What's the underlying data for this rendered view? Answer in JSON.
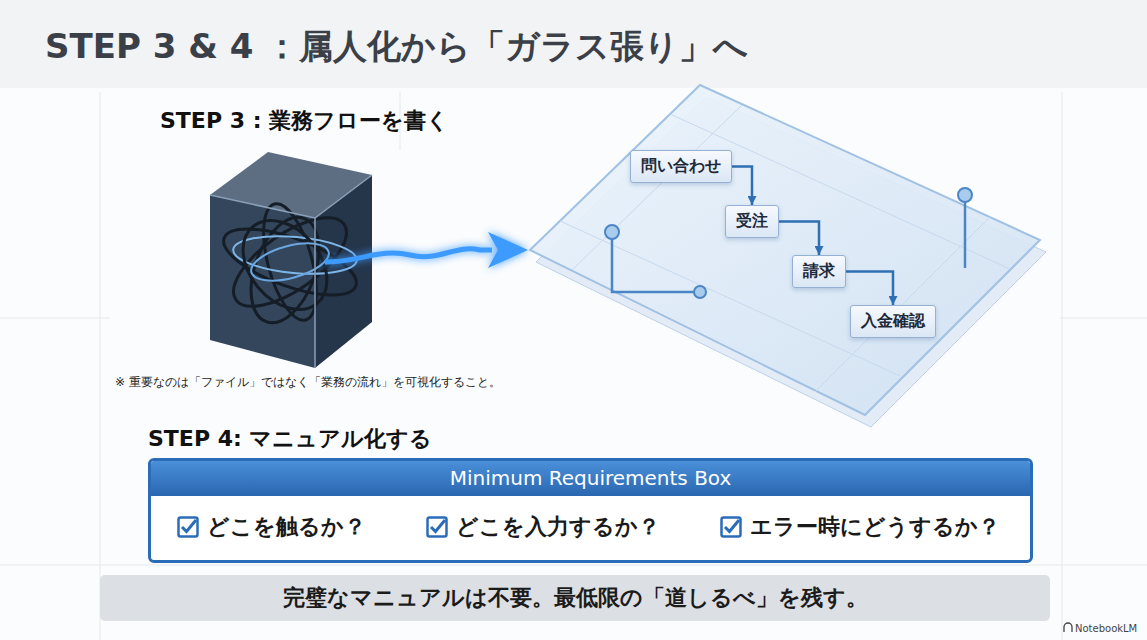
{
  "diagram": {
    "title": "STEP 3 & 4 ：属人化から「ガラス張り」へ",
    "nodes": [
      {
        "text": [
          "問い合わせ"
        ]
      },
      {
        "text": [
          "受注"
        ]
      },
      {
        "text": [
          "請求"
        ]
      },
      {
        "text": [
          "入金確認"
        ]
      },
      {
        "text": [
          "Minimum Requirements Box",
          "どこを触るか？",
          "どこを入力するか？",
          "エラー時にどうするか？"
        ]
      },
      {
        "text": [
          "完璧なマニュアルは不要。最低限の「道しるべ」を残す。"
        ]
      }
    ],
    "edges": [
      {
        "from": 0,
        "to": 1,
        "arrow": "to"
      },
      {
        "from": 1,
        "to": 2,
        "arrow": "to"
      },
      {
        "from": 2,
        "to": 3,
        "arrow": "to"
      }
    ],
    "labels": [
      "STEP 3 : 業務フローを書く",
      "※ 重要なのは「ファイル」ではなく「業務の流れ」を可視化すること。",
      "STEP 4: マニュアル化する",
      "NotebookLM"
    ]
  }
}
